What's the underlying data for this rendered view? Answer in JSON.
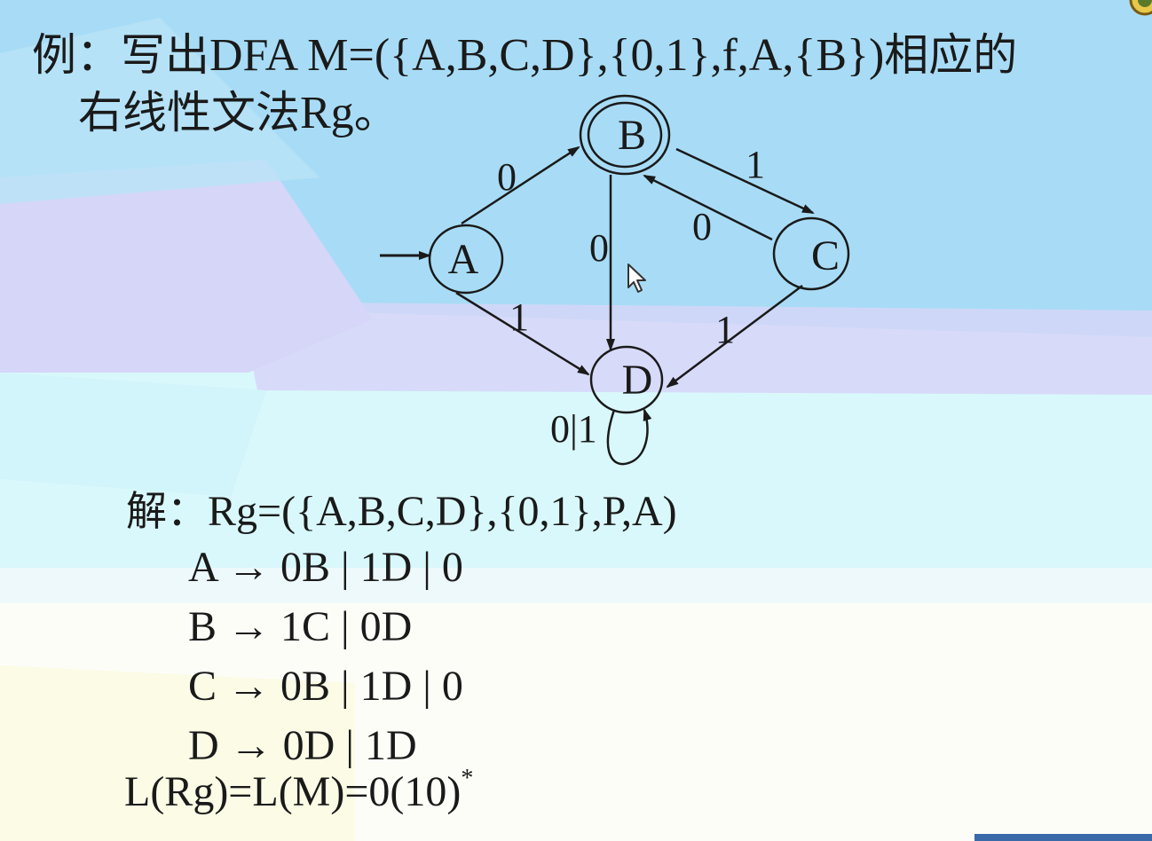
{
  "title": {
    "prefix": "例：",
    "line1_text": "写出",
    "line1_formula": "DFA M=({A,B,C,D},{0,1},f,A,{B})",
    "line1_suffix": "相应的",
    "line2_text": "右线性文法",
    "line2_formula": "Rg",
    "line2_suffix": "。"
  },
  "dfa": {
    "states": [
      {
        "id": "A",
        "label": "A",
        "initial": true,
        "accepting": false
      },
      {
        "id": "B",
        "label": "B",
        "initial": false,
        "accepting": true
      },
      {
        "id": "C",
        "label": "C",
        "initial": false,
        "accepting": false
      },
      {
        "id": "D",
        "label": "D",
        "initial": false,
        "accepting": false
      }
    ],
    "transitions": [
      {
        "from": "A",
        "to": "B",
        "label": "0"
      },
      {
        "from": "A",
        "to": "D",
        "label": "1"
      },
      {
        "from": "B",
        "to": "C",
        "label": "1"
      },
      {
        "from": "B",
        "to": "D",
        "label": "0"
      },
      {
        "from": "C",
        "to": "B",
        "label": "0"
      },
      {
        "from": "C",
        "to": "D",
        "label": "1"
      },
      {
        "from": "D",
        "to": "D",
        "label": "0|1"
      }
    ]
  },
  "solution": {
    "prefix": "解：",
    "grammar": "Rg=({A,B,C,D},{0,1},P,A)",
    "rules": [
      "A → 0B | 1D | 0",
      "B → 1C | 0D",
      "C → 0B | 1D | 0",
      "D → 0D | 1D"
    ],
    "language": "L(Rg)=L(M)=0(10)",
    "language_sup": "*"
  },
  "colors": {
    "sky_blue": "#a8dcf6",
    "lavender": "#d6d6f8",
    "pale_cyan": "#d9f8fb",
    "pale_yellow": "#fbfbe6",
    "ink": "#1a1a1a"
  }
}
